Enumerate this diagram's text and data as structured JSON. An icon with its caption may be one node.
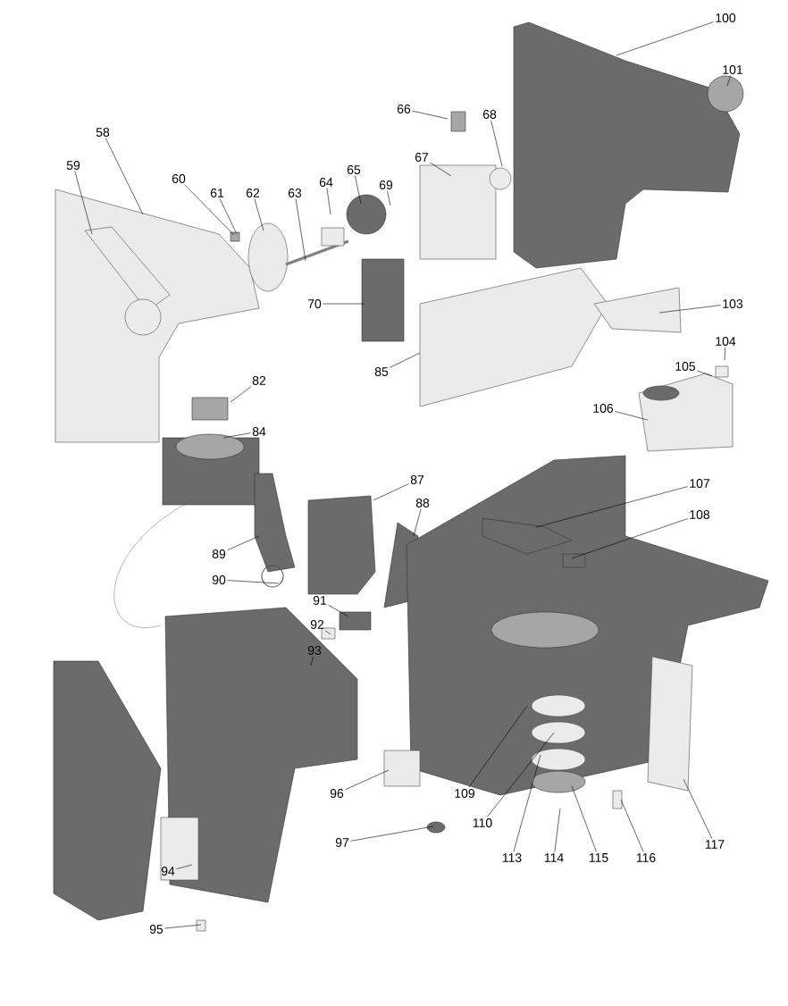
{
  "diagram": {
    "nodes": [
      {
        "text": [
          "100"
        ]
      },
      {
        "text": [
          "101"
        ]
      },
      {
        "text": [
          "58"
        ]
      },
      {
        "text": [
          "59"
        ]
      },
      {
        "text": [
          "60"
        ]
      },
      {
        "text": [
          "61"
        ]
      },
      {
        "text": [
          "62"
        ]
      },
      {
        "text": [
          "63"
        ]
      },
      {
        "text": [
          "64"
        ]
      },
      {
        "text": [
          "65"
        ]
      },
      {
        "text": [
          "66"
        ]
      },
      {
        "text": [
          "67"
        ]
      },
      {
        "text": [
          "68"
        ]
      },
      {
        "text": [
          "69"
        ]
      },
      {
        "text": [
          "70"
        ]
      },
      {
        "text": [
          "85"
        ]
      },
      {
        "text": [
          "103"
        ]
      },
      {
        "text": [
          "104"
        ]
      },
      {
        "text": [
          "105"
        ]
      },
      {
        "text": [
          "106"
        ]
      },
      {
        "text": [
          "82"
        ]
      },
      {
        "text": [
          "84"
        ]
      },
      {
        "text": [
          "87"
        ]
      },
      {
        "text": [
          "88"
        ]
      },
      {
        "text": [
          "107"
        ]
      },
      {
        "text": [
          "108"
        ]
      },
      {
        "text": [
          "89"
        ]
      },
      {
        "text": [
          "90"
        ]
      },
      {
        "text": [
          "91"
        ]
      },
      {
        "text": [
          "92"
        ]
      },
      {
        "text": [
          "93"
        ]
      },
      {
        "text": [
          "96"
        ]
      },
      {
        "text": [
          "97"
        ]
      },
      {
        "text": [
          "109"
        ]
      },
      {
        "text": [
          "110"
        ]
      },
      {
        "text": [
          "113"
        ]
      },
      {
        "text": [
          "114"
        ]
      },
      {
        "text": [
          "115"
        ]
      },
      {
        "text": [
          "116"
        ]
      },
      {
        "text": [
          "117"
        ]
      },
      {
        "text": [
          "94"
        ]
      },
      {
        "text": [
          "95"
        ]
      }
    ],
    "edges": [
      {
        "from": 0,
        "to": null,
        "arrow": "none"
      },
      {
        "from": 1,
        "to": null,
        "arrow": "none"
      },
      {
        "from": 2,
        "to": null,
        "arrow": "none"
      },
      {
        "from": 3,
        "to": null,
        "arrow": "none"
      },
      {
        "from": 4,
        "to": null,
        "arrow": "none"
      },
      {
        "from": 5,
        "to": null,
        "arrow": "none"
      },
      {
        "from": 6,
        "to": null,
        "arrow": "none"
      },
      {
        "from": 7,
        "to": null,
        "arrow": "none"
      },
      {
        "from": 8,
        "to": null,
        "arrow": "none"
      },
      {
        "from": 9,
        "to": null,
        "arrow": "none"
      },
      {
        "from": 10,
        "to": null,
        "arrow": "none"
      },
      {
        "from": 11,
        "to": null,
        "arrow": "none"
      },
      {
        "from": 12,
        "to": null,
        "arrow": "none"
      },
      {
        "from": 13,
        "to": null,
        "arrow": "none"
      },
      {
        "from": 14,
        "to": null,
        "arrow": "none"
      },
      {
        "from": 15,
        "to": null,
        "arrow": "none"
      },
      {
        "from": 16,
        "to": null,
        "arrow": "none"
      },
      {
        "from": 17,
        "to": null,
        "arrow": "none"
      },
      {
        "from": 18,
        "to": null,
        "arrow": "none"
      },
      {
        "from": 19,
        "to": null,
        "arrow": "none"
      },
      {
        "from": 20,
        "to": null,
        "arrow": "none"
      },
      {
        "from": 21,
        "to": null,
        "arrow": "none"
      },
      {
        "from": 22,
        "to": null,
        "arrow": "none"
      },
      {
        "from": 23,
        "to": null,
        "arrow": "none"
      },
      {
        "from": 24,
        "to": null,
        "arrow": "none"
      },
      {
        "from": 25,
        "to": null,
        "arrow": "none"
      },
      {
        "from": 26,
        "to": null,
        "arrow": "none"
      },
      {
        "from": 27,
        "to": null,
        "arrow": "none"
      },
      {
        "from": 28,
        "to": null,
        "arrow": "none"
      },
      {
        "from": 29,
        "to": null,
        "arrow": "none"
      },
      {
        "from": 30,
        "to": null,
        "arrow": "none"
      },
      {
        "from": 31,
        "to": null,
        "arrow": "none"
      },
      {
        "from": 32,
        "to": null,
        "arrow": "none"
      },
      {
        "from": 33,
        "to": null,
        "arrow": "none"
      },
      {
        "from": 34,
        "to": null,
        "arrow": "none"
      },
      {
        "from": 35,
        "to": null,
        "arrow": "none"
      },
      {
        "from": 36,
        "to": null,
        "arrow": "none"
      },
      {
        "from": 37,
        "to": null,
        "arrow": "none"
      },
      {
        "from": 38,
        "to": null,
        "arrow": "none"
      },
      {
        "from": 39,
        "to": null,
        "arrow": "none"
      },
      {
        "from": 40,
        "to": null,
        "arrow": "none"
      },
      {
        "from": 41,
        "to": null,
        "arrow": "none"
      }
    ]
  }
}
